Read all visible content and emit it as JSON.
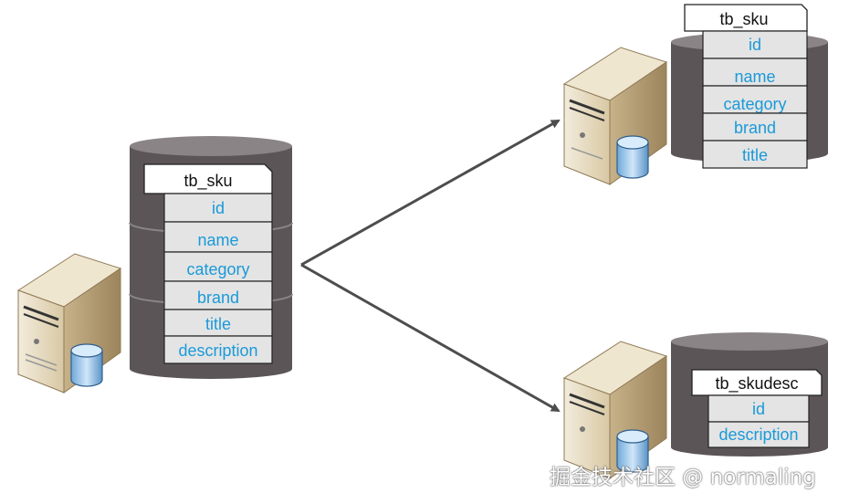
{
  "source": {
    "table": "tb_sku",
    "fields": [
      "id",
      "name",
      "category",
      "brand",
      "title",
      "description"
    ]
  },
  "split_top": {
    "table": "tb_sku",
    "fields": [
      "id",
      "name",
      "category",
      "brand",
      "title"
    ]
  },
  "split_bottom": {
    "table": "tb_skudesc",
    "fields": [
      "id",
      "description"
    ]
  },
  "watermark": "掘金技术社区 @ normaling",
  "colors": {
    "cylinder_body": "#5b5558",
    "cylinder_top": "#8a8487",
    "field_fill": "#e4e4e4",
    "field_text": "#1a9ad9",
    "arrow": "#4d4d4d",
    "server_body": "#e6dcc4",
    "server_dark": "#b59f78"
  }
}
